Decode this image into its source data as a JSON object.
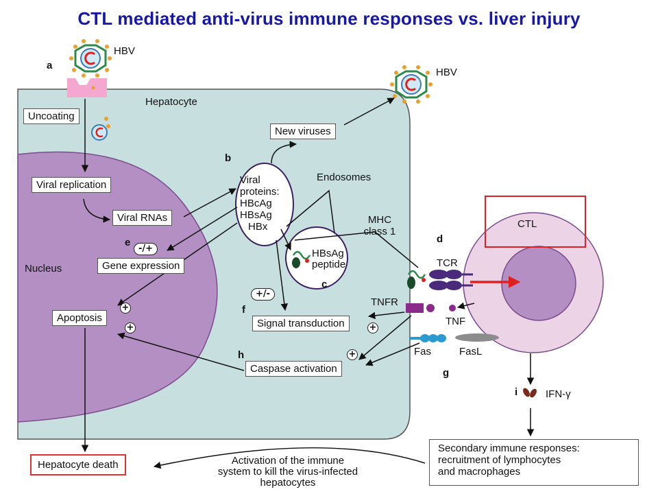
{
  "title": "CTL mediated anti-virus immune responses vs. liver injury",
  "labels": {
    "hbv_top": "HBV",
    "hbv_right": "HBV",
    "hepatocyte": "Hepatocyte",
    "uncoating": "Uncoating",
    "viral_replication": "Viral replication",
    "viral_rnas": "Viral RNAs",
    "gene_expression": "Gene expression",
    "nucleus": "Nucleus",
    "apoptosis": "Apoptosis",
    "new_viruses": "New viruses",
    "viral_proteins": [
      "Viral",
      "proteins:",
      "HBcAg",
      "HBsAg",
      "HBx"
    ],
    "endosomes": "Endosomes",
    "mhc": [
      "MHC",
      "class 1"
    ],
    "hbsag_peptide": [
      "HBsAg",
      "peptide"
    ],
    "signal_transduction": "Signal transduction",
    "caspase_activation": "Caspase activation",
    "tcr": "TCR",
    "tnfr": "TNFR",
    "tnf": "TNF",
    "fas": "Fas",
    "fasl": "FasL",
    "ctl": "CTL",
    "ifn": "IFN-γ",
    "hepatocyte_death": "Hepatocyte death",
    "activation": [
      "Activation of the immune",
      "system to kill the virus-infected",
      "hepatocytes"
    ],
    "secondary": [
      "Secondary immune responses:",
      "recruitment of lymphocytes",
      "and macrophages"
    ],
    "minus_plus": "-/+",
    "plus_minus": "+/-",
    "plus_sign": "+"
  },
  "letters": {
    "a": "a",
    "b": "b",
    "c": "c",
    "d": "d",
    "e": "e",
    "f": "f",
    "g": "g",
    "h": "h",
    "i": "i"
  },
  "colors": {
    "title": "#1818a8",
    "hepatocyte_fill": "#c8dfdf",
    "nucleus_fill": "#b48fc4",
    "nucleus_edge": "#7a4c8c",
    "ctl_outer": "#ecd3e6",
    "ctl_inner": "#b48fc4",
    "highlight": "#e02020",
    "arrow_red": "#e02020"
  },
  "icons": [
    "hbv-virus-icon",
    "receptor-icon",
    "capsid-icon",
    "tcr-receptor-icon",
    "tnfr-receptor-icon",
    "tnf-ligand-icon",
    "fas-receptor-icon",
    "fasl-ligand-icon",
    "ifn-gamma-icon",
    "mhc-peptide-icon"
  ]
}
